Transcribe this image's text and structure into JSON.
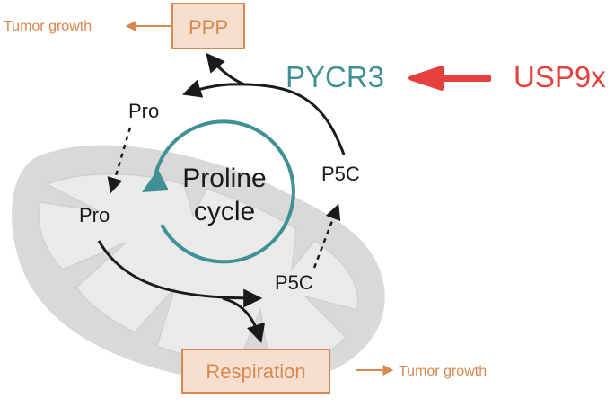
{
  "labels": {
    "ppp": "PPP",
    "respiration": "Respiration",
    "tumor_growth_left": "Tumor growth",
    "tumor_growth_right": "Tumor growth",
    "pycr3": "PYCR3",
    "usp9x": "USP9x",
    "pro_top": "Pro",
    "pro_mito": "Pro",
    "p5c_right": "P5C",
    "p5c_mito": "P5C",
    "cycle_line1": "Proline",
    "cycle_line2": "cycle"
  },
  "colors": {
    "box_fill": "#f6dfce",
    "box_stroke": "#d8874f",
    "orange_text": "#d8874f",
    "teal": "#3f9196",
    "red": "#e4403e",
    "arrow": "#1a1a1a",
    "mito_outer": "#d9d9d9",
    "mito_inner": "#e9e9e9"
  }
}
